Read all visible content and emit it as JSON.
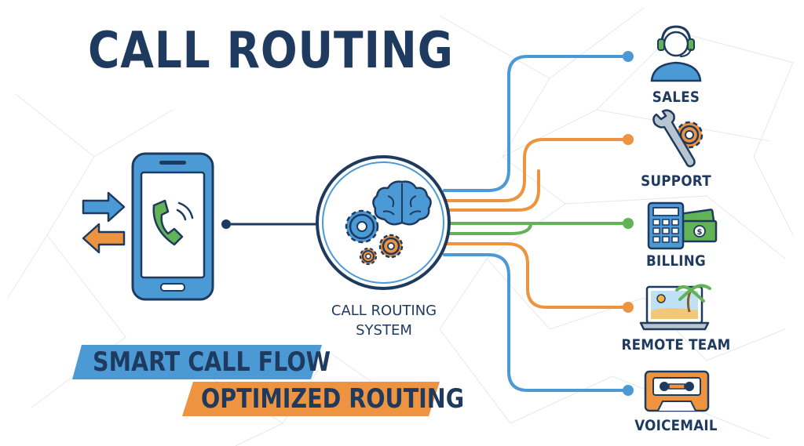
{
  "title": "CALL ROUTING",
  "system_label": [
    "CALL ROUTING",
    "SYSTEM"
  ],
  "banners": {
    "line1": "SMART CALL FLOW",
    "line2": "OPTIMIZED ROUTING"
  },
  "destinations": [
    {
      "label": "SALES",
      "icon": "headset-agent-icon",
      "color": "#4b9ad6"
    },
    {
      "label": "SUPPORT",
      "icon": "wrench-gear-icon",
      "color": "#ee9440"
    },
    {
      "label": "BILLING",
      "icon": "calculator-money-icon",
      "color": "#62b356"
    },
    {
      "label": "REMOTE TEAM",
      "icon": "laptop-beach-icon",
      "color": "#ee9440"
    },
    {
      "label": "VOICEMAIL",
      "icon": "cassette-tape-icon",
      "color": "#4b9ad6"
    }
  ],
  "colors": {
    "navy": "#1f3a5f",
    "blue": "#4b9ad6",
    "orange": "#ee9440",
    "green": "#62b356"
  }
}
